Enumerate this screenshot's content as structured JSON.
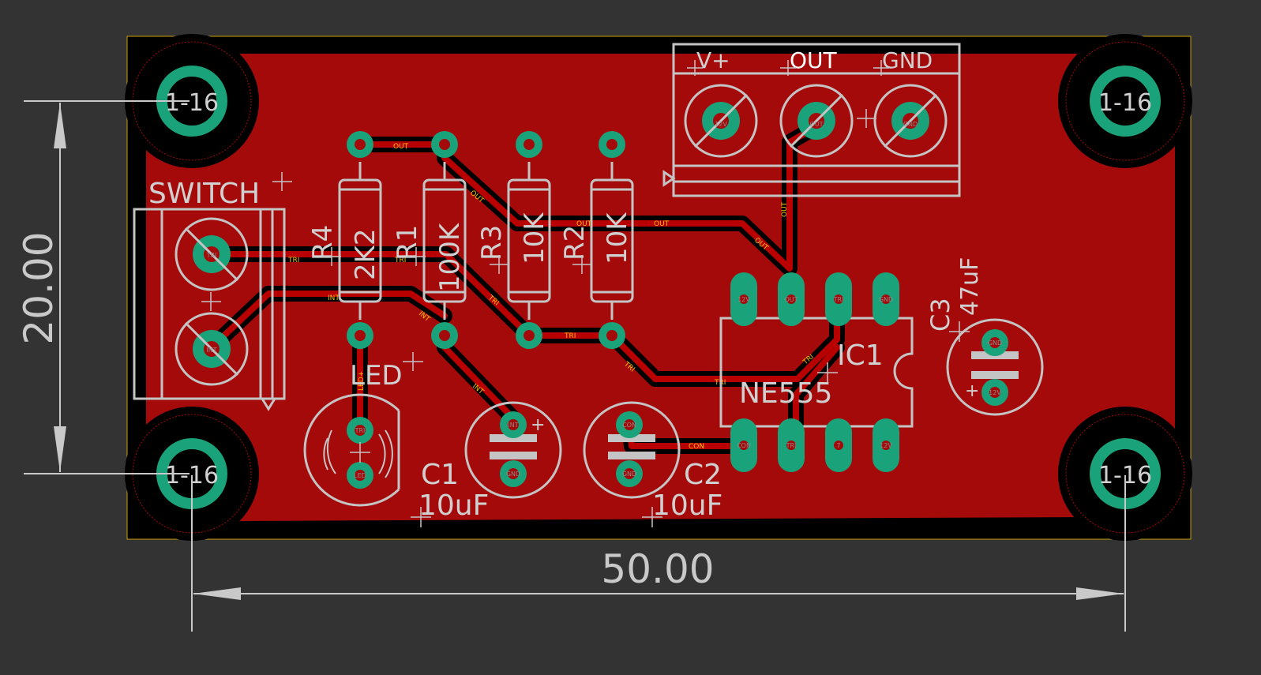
{
  "dimensions": {
    "height": "20.00",
    "width": "50.00"
  },
  "mount_holes": {
    "label": "1-16"
  },
  "labels": {
    "switch": "SWITCH",
    "led": "LED",
    "r4_name": "R4",
    "r4_value": "2K2",
    "r1_name": "R1",
    "r1_value": "100K",
    "r3_name": "R3",
    "r3_value": "10K",
    "r2_name": "R2",
    "r2_value": "10K",
    "c1_name": "C1",
    "c1_value": "10uF",
    "c2_name": "C2",
    "c2_value": "10uF",
    "c3_name": "C3",
    "c3_value": "47uF",
    "ic1_name": "IC1",
    "ic1_value": "NE555",
    "term_vplus": "V+",
    "term_out": "OUT",
    "term_gnd": "GND"
  },
  "nets": {
    "out": "OUT",
    "tri": "TRI",
    "int": "INT",
    "con": "CON",
    "led_plus": "LED+"
  },
  "pads": {
    "term1": "12V",
    "term2": "OUT",
    "term3": "GND",
    "sw1": "TRI",
    "sw2": "INT",
    "ic1": "12V",
    "ic2": "OUT",
    "ic3": "TRI",
    "ic4": "GND",
    "ic5": "CON",
    "ic6": "TRI",
    "ic7": "7",
    "ic8": "12V",
    "c3a": "GND",
    "c3b": "12V",
    "c1a": "INT",
    "c1b": "GND",
    "c2a": "CON",
    "c2b": "GND",
    "leda": "TRI",
    "ledb": "LED"
  },
  "colors": {
    "background": "#333333",
    "copper": "#a50a0a",
    "pad": "#1aa37a",
    "silkscreen": "#c4c4c4",
    "outline": "#c8a000"
  }
}
